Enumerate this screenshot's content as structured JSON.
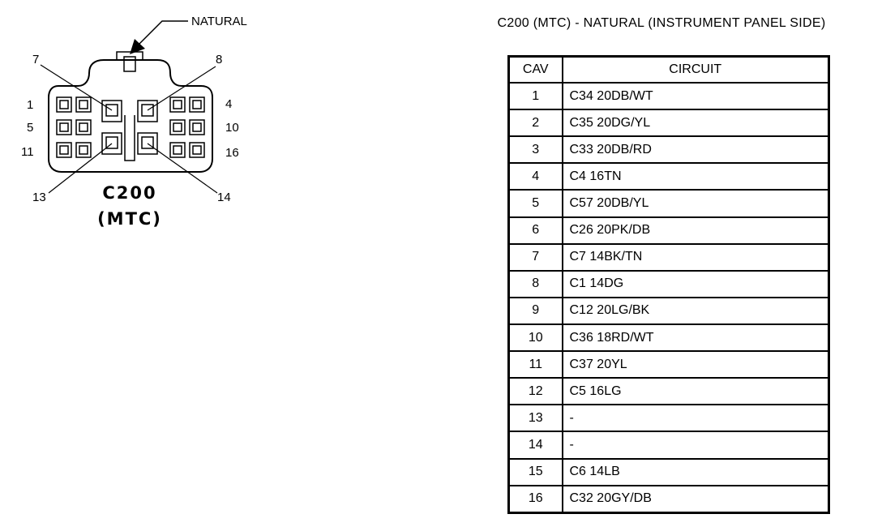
{
  "diagram": {
    "natural_label": "NATURAL",
    "connector_name": "C200",
    "connector_sub": "(MTC)",
    "pin_numbers": {
      "p1": "1",
      "p4": "4",
      "p5": "5",
      "p7": "7",
      "p8": "8",
      "p10": "10",
      "p11": "11",
      "p13": "13",
      "p14": "14",
      "p16": "16"
    }
  },
  "table": {
    "title": "C200 (MTC) - NATURAL (INSTRUMENT PANEL SIDE)",
    "headers": {
      "cav": "CAV",
      "circuit": "CIRCUIT"
    },
    "rows": [
      {
        "cav": "1",
        "circuit": "C34 20DB/WT"
      },
      {
        "cav": "2",
        "circuit": "C35 20DG/YL"
      },
      {
        "cav": "3",
        "circuit": "C33 20DB/RD"
      },
      {
        "cav": "4",
        "circuit": "C4 16TN"
      },
      {
        "cav": "5",
        "circuit": "C57 20DB/YL"
      },
      {
        "cav": "6",
        "circuit": "C26 20PK/DB"
      },
      {
        "cav": "7",
        "circuit": "C7 14BK/TN"
      },
      {
        "cav": "8",
        "circuit": "C1 14DG"
      },
      {
        "cav": "9",
        "circuit": "C12 20LG/BK"
      },
      {
        "cav": "10",
        "circuit": "C36 18RD/WT"
      },
      {
        "cav": "11",
        "circuit": "C37 20YL"
      },
      {
        "cav": "12",
        "circuit": "C5 16LG"
      },
      {
        "cav": "13",
        "circuit": "-"
      },
      {
        "cav": "14",
        "circuit": "-"
      },
      {
        "cav": "15",
        "circuit": "C6 14LB"
      },
      {
        "cav": "16",
        "circuit": "C32 20GY/DB"
      }
    ]
  }
}
